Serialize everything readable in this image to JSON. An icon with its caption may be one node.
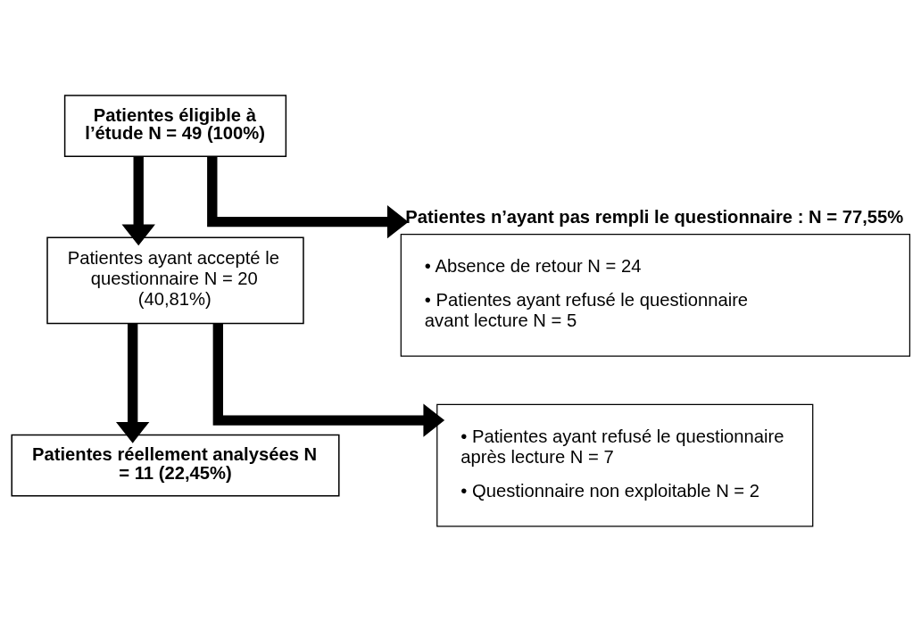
{
  "diagram": {
    "nodes": [
      {
        "text": [
          "Patientes éligible à l’étude N = 49 (100%)"
        ]
      },
      {
        "text": [
          "Patientes n’ayant pas rempli le questionnaire : N = 77,55%",
          "• Absence de retour N = 24",
          "• Patientes ayant refusé le questionnaire avant lecture N = 5"
        ]
      },
      {
        "text": [
          "Patientes ayant accepté le questionnaire N = 20 (40,81%)"
        ]
      },
      {
        "text": [
          "• Patientes ayant refusé le questionnaire après lecture N = 7",
          "• Questionnaire non exploitable N = 2"
        ]
      },
      {
        "text": [
          "Patientes réellement analysées N = 11 (22,45%)"
        ]
      }
    ],
    "edges": [
      {
        "from": 0,
        "to": 2,
        "arrow": "to"
      },
      {
        "from": 0,
        "to": 1,
        "arrow": "to"
      },
      {
        "from": 2,
        "to": 4,
        "arrow": "to"
      },
      {
        "from": 2,
        "to": 3,
        "arrow": "to"
      }
    ]
  }
}
